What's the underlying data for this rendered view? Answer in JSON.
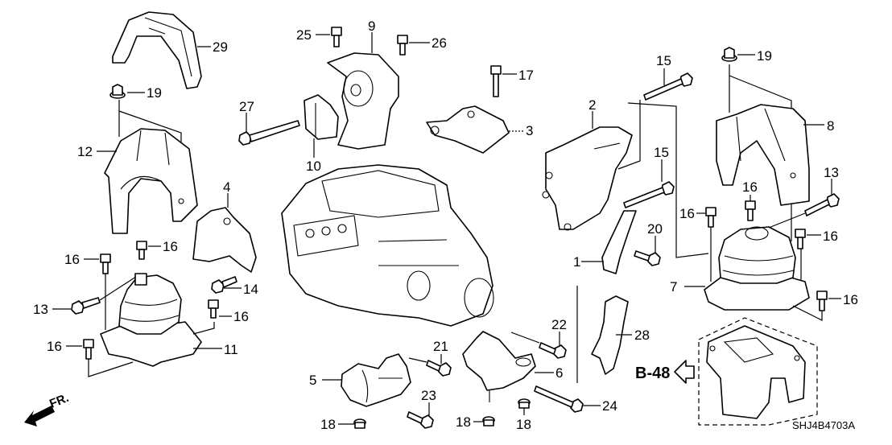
{
  "diagram": {
    "title": "Engine Mounts Parts Diagram",
    "code": "SHJ4B4703A",
    "reference": "B-48",
    "front_indicator": "FR.",
    "callouts": {
      "c1": "1",
      "c2": "2",
      "c3": "3",
      "c4": "4",
      "c5": "5",
      "c6": "6",
      "c7": "7",
      "c8": "8",
      "c9": "9",
      "c10": "10",
      "c11": "11",
      "c12": "12",
      "c13a": "13",
      "c13b": "13",
      "c14": "14",
      "c15a": "15",
      "c15b": "15",
      "c16a": "16",
      "c16b": "16",
      "c16c": "16",
      "c16d": "16",
      "c16e": "16",
      "c16f": "16",
      "c16g": "16",
      "c16h": "16",
      "c17": "17",
      "c18a": "18",
      "c18b": "18",
      "c18c": "18",
      "c19a": "19",
      "c19b": "19",
      "c20": "20",
      "c21": "21",
      "c22": "22",
      "c23": "23",
      "c24": "24",
      "c25": "25",
      "c26": "26",
      "c27": "27",
      "c28": "28",
      "c29": "29"
    }
  }
}
